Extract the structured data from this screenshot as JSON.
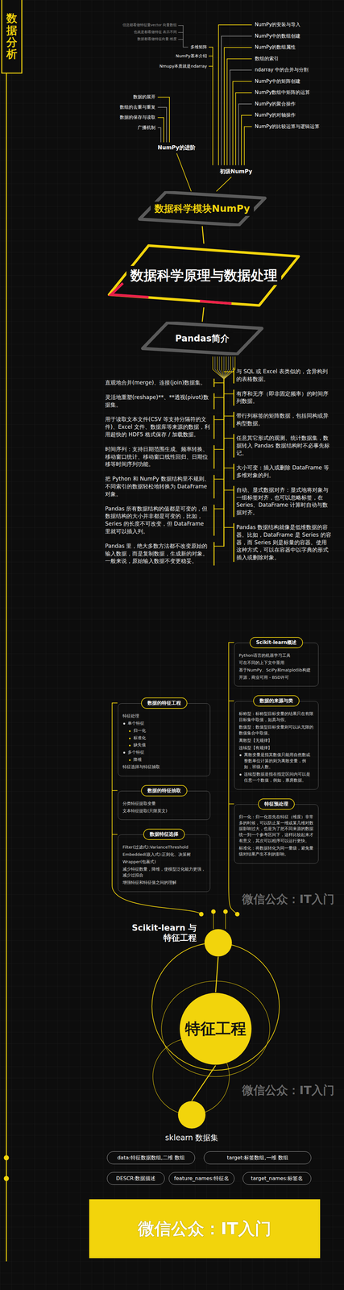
{
  "diagram": {
    "title": "数据分析",
    "nodes": [
      {
        "text": [
          "数据科学模块NumPy"
        ]
      },
      {
        "text": [
          "数据科学原理与数据处理"
        ]
      },
      {
        "text": [
          "Pandas简介"
        ]
      },
      {
        "text": [
          "Scikit-learn概述",
          "Python语言的机器学习工具",
          "可在不同的上下文中重用",
          "基于NumPy、SciPy和matplotlib构建",
          "开源，商业可用 - BSD许可"
        ]
      },
      {
        "text": [
          "数据的特征工程",
          "特征处理",
          "单个特征",
          "归一化",
          "标准化",
          "缺失值",
          "多个特征",
          "降维",
          "特征选择与特征抽取"
        ]
      },
      {
        "text": [
          "数据的来源与类",
          "标称型：标称型目标变量的结果只在有限目标集中取值，如真与假。",
          "数值型：数值型目标变量则可以从无限的数值集合中取值。",
          "离散型【无规律】",
          "连续型【有规律】",
          "离散变量是指其数值只能用自然数或整数单位计算的则为离散变量，例如，班级人数。",
          "连续型数据是指在指定区间内可以是任意一个数值，例如，票房数据。"
        ]
      },
      {
        "text": [
          "数据的特征抽取",
          "分类特征提取变量",
          "文本特征提取(只限英文)"
        ]
      },
      {
        "text": [
          "数据特征选择",
          "Filter(过滤式):VarianceThreshold",
          "Embedded(嵌入式):正则化、决策树",
          "Wrapper(包裹式)",
          "减少特征数量，降维，使模型泛化能力更强，减少过拟合",
          "增强特征和特征值之间的理解"
        ]
      },
      {
        "text": [
          "特征预处理",
          "归一化：归一化首先在特征（维度）非常多的时候，可以防止某一维或某几维对数据影响过大，也是为了把不同来源的数据统一到一个参考区间下，这样比较起来才有意义，其次可以程序可以运行更快。",
          "标准化：将数据转化为同一量级，避免量级对结果产生不利的影响。"
        ]
      },
      {
        "text": [
          "Scikit-learn 与特征工程"
        ]
      },
      {
        "text": [
          "特征工程"
        ]
      },
      {
        "text": [
          "sklearn 数据集"
        ]
      },
      {
        "text": [
          "data:特征数据数组,二维 数组"
        ]
      },
      {
        "text": [
          "target:标签数组,一维 数组"
        ]
      },
      {
        "text": [
          "DESCR:数据描述"
        ]
      },
      {
        "text": [
          "feature_names:特征名"
        ]
      },
      {
        "text": [
          "target_names:标签名"
        ]
      },
      {
        "text": [
          "微信公众：IT入门"
        ]
      }
    ],
    "edges": [
      {
        "from": 0,
        "to": 1,
        "arrow": "none"
      },
      {
        "from": 1,
        "to": 2,
        "arrow": "none"
      },
      {
        "from": 9,
        "to": 10,
        "arrow": "none"
      },
      {
        "from": 10,
        "to": 11,
        "arrow": "none"
      }
    ],
    "labels": [
      "信息都看做特征量vector 向量数组",
      "也就是都看做特征 表示不同",
      "数据都看做特征向量 维度",
      "多维矩阵",
      "NumPy基本介绍",
      "Nmupy本质就是ndarray",
      "NumPy的安装与导入",
      "NumPy中的数组创建",
      "NumPy的数组属性",
      "数组的索引",
      "ndarray 中的合并与分割",
      "NumPy中的矩阵创建",
      "NumPy数组中矩阵的运算",
      "NumPy的聚合操作",
      "NumPy的对轴操作",
      "NumPy的比较运算与逻辑运算",
      "数据的展开",
      "数组的去重与重复",
      "数据的保存与读取",
      "广播机制",
      "NumPy的进阶",
      "初级NumPy",
      "直观地合并(merge)、连接(join)数据集。",
      "灵活地重塑(reshape)**、**透视(pivot)数据集。",
      "用于读取文本文件(CSV 等支持分隔符的文件)、Excel 文件、数据库等来源的数据，利用超快的 HDF5 格式保存 / 加载数据。",
      "时间序列：支持日期范围生成、频率转换、移动窗口统计、移动窗口线性回归、日期位移等时间序列功能。",
      "把 Python 和 NumPy 数据结构里不规则、不同索引的数据轻松地转换为 DataFrame 对象。",
      "Pandas 所有数据结构的值都是可变的，但数据结构的大小并非都是可变的，比如，Series 的长度不可改变，但 DataFrame 里就可以插入列。",
      "Pandas 里，绝大多数方法都不改变原始的输入数据，而是复制数据，生成新的对象。一般来说，原始输入数据不变更稳妥。",
      "与 SQL 或 Excel 表类似的，含异构列的表格数据。",
      "有序和无序（即非固定频率）的时间序列数据。",
      "带行列标签的矩阵数据，包括同构或异构型数据。",
      "任意其它形式的观测、统计数据集，数据转入 Pandas 数据结构时不必事先标记。",
      "大小可变：插入或删除 DataFrame 等多维对象的列。",
      "自动、显式数据对齐：显式地将对象与一组标签对齐，也可以忽略标签，在 Series、DataFrame 计算时自动与数据对齐。",
      "Pandas 数据结构就像是低维数据的容器。比如，DataFrame 是 Series 的容器，而 Series 则是标量的容器。使用这种方式，可以在容器中以字典的形式插入或删除对象。",
      "微信公众：IT入门",
      "微信公众：IT入门"
    ]
  }
}
